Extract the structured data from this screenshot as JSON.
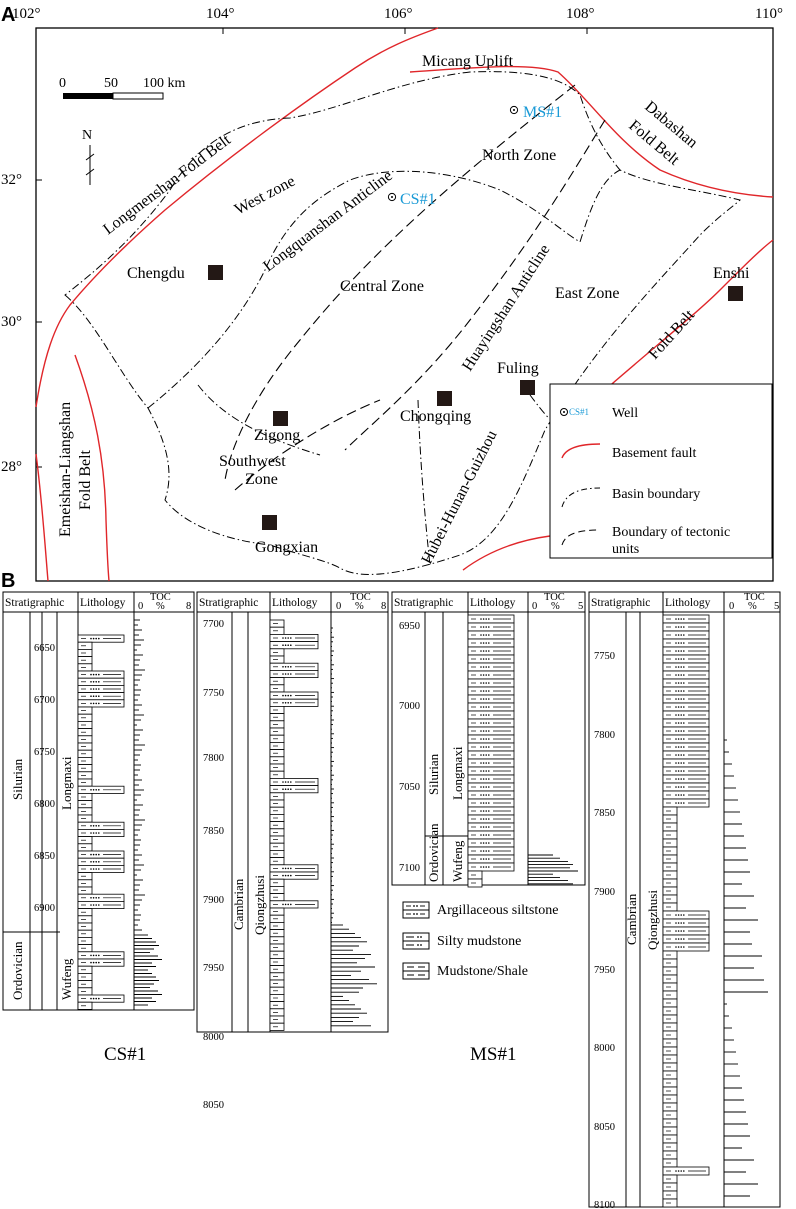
{
  "panels": {
    "a": "A",
    "b": "B"
  },
  "map": {
    "lon_ticks": [
      "102°",
      "104°",
      "106°",
      "108°",
      "110°"
    ],
    "lat_ticks": [
      "32°",
      "30°",
      "28°"
    ],
    "scale": {
      "zero": "0",
      "mid": "50",
      "end": "100 km"
    },
    "north": "N",
    "cities": [
      "Chengdu",
      "Zigong",
      "Gongxian",
      "Chongqing",
      "Fuling",
      "Enshi"
    ],
    "zones": [
      "West zone",
      "North Zone",
      "Central Zone",
      "East Zone",
      "Southwest",
      "Zone"
    ],
    "structures": {
      "micang": "Micang Uplift",
      "longmenshan": "Longmenshan Fold Belt",
      "dabashan_1": "Dabashan",
      "dabashan_2": "Fold Belt",
      "longquanshan": "Longquanshan Anticline",
      "huayingshan": "Huayingshan Anticline",
      "fold_belt_e": "Fold Belt",
      "hubei": "Hubei-Hunan-Guizhou",
      "emeishan_1": "Emeishan-Liangshan",
      "emeishan_2": "Fold Belt"
    },
    "wells": [
      "MS#1",
      "CS#1"
    ],
    "legend": {
      "well_sym": "CS#1",
      "well": "Well",
      "fault": "Basement fault",
      "basin": "Basin boundary",
      "tect_1": "Boundary of tectonic",
      "tect_2": "units"
    },
    "colors": {
      "fault": "#e0262a",
      "well": "#1a9ad6"
    }
  },
  "columns": {
    "headers": {
      "strat": "Stratigraphic",
      "lith": "Lithology",
      "toc": "TOC",
      "pct": "%",
      "zero": "0"
    },
    "col1": {
      "toc_max": "8",
      "depths": [
        "6650",
        "6700",
        "6750",
        "6800",
        "6850",
        "6900"
      ],
      "system_upper": "Silurian",
      "system_lower": "Ordovician",
      "formation_upper": "Longmaxi",
      "formation_lower": "Wufeng",
      "name": "CS#1"
    },
    "col2": {
      "toc_max": "8",
      "depths": [
        "7700",
        "7750",
        "7800",
        "7850",
        "7900",
        "7950",
        "8000",
        "8050"
      ],
      "system": "Cambrian",
      "formation": "Qiongzhusi"
    },
    "col3": {
      "toc_max": "5",
      "depths": [
        "6950",
        "7000",
        "7050",
        "7100"
      ],
      "system_upper": "Silurian",
      "system_lower": "Ordovician",
      "formation_upper": "Longmaxi",
      "formation_lower": "Wufeng",
      "name": "MS#1"
    },
    "col4": {
      "toc_max": "5",
      "depths": [
        "7750",
        "7800",
        "7850",
        "7900",
        "7950",
        "8000",
        "8050",
        "8100"
      ],
      "system": "Cambrian",
      "formation": "Qiongzhusi"
    },
    "lith_legend": [
      "Argillaceous siltstone",
      "Silty mudstone",
      "Mudstone/Shale"
    ]
  }
}
